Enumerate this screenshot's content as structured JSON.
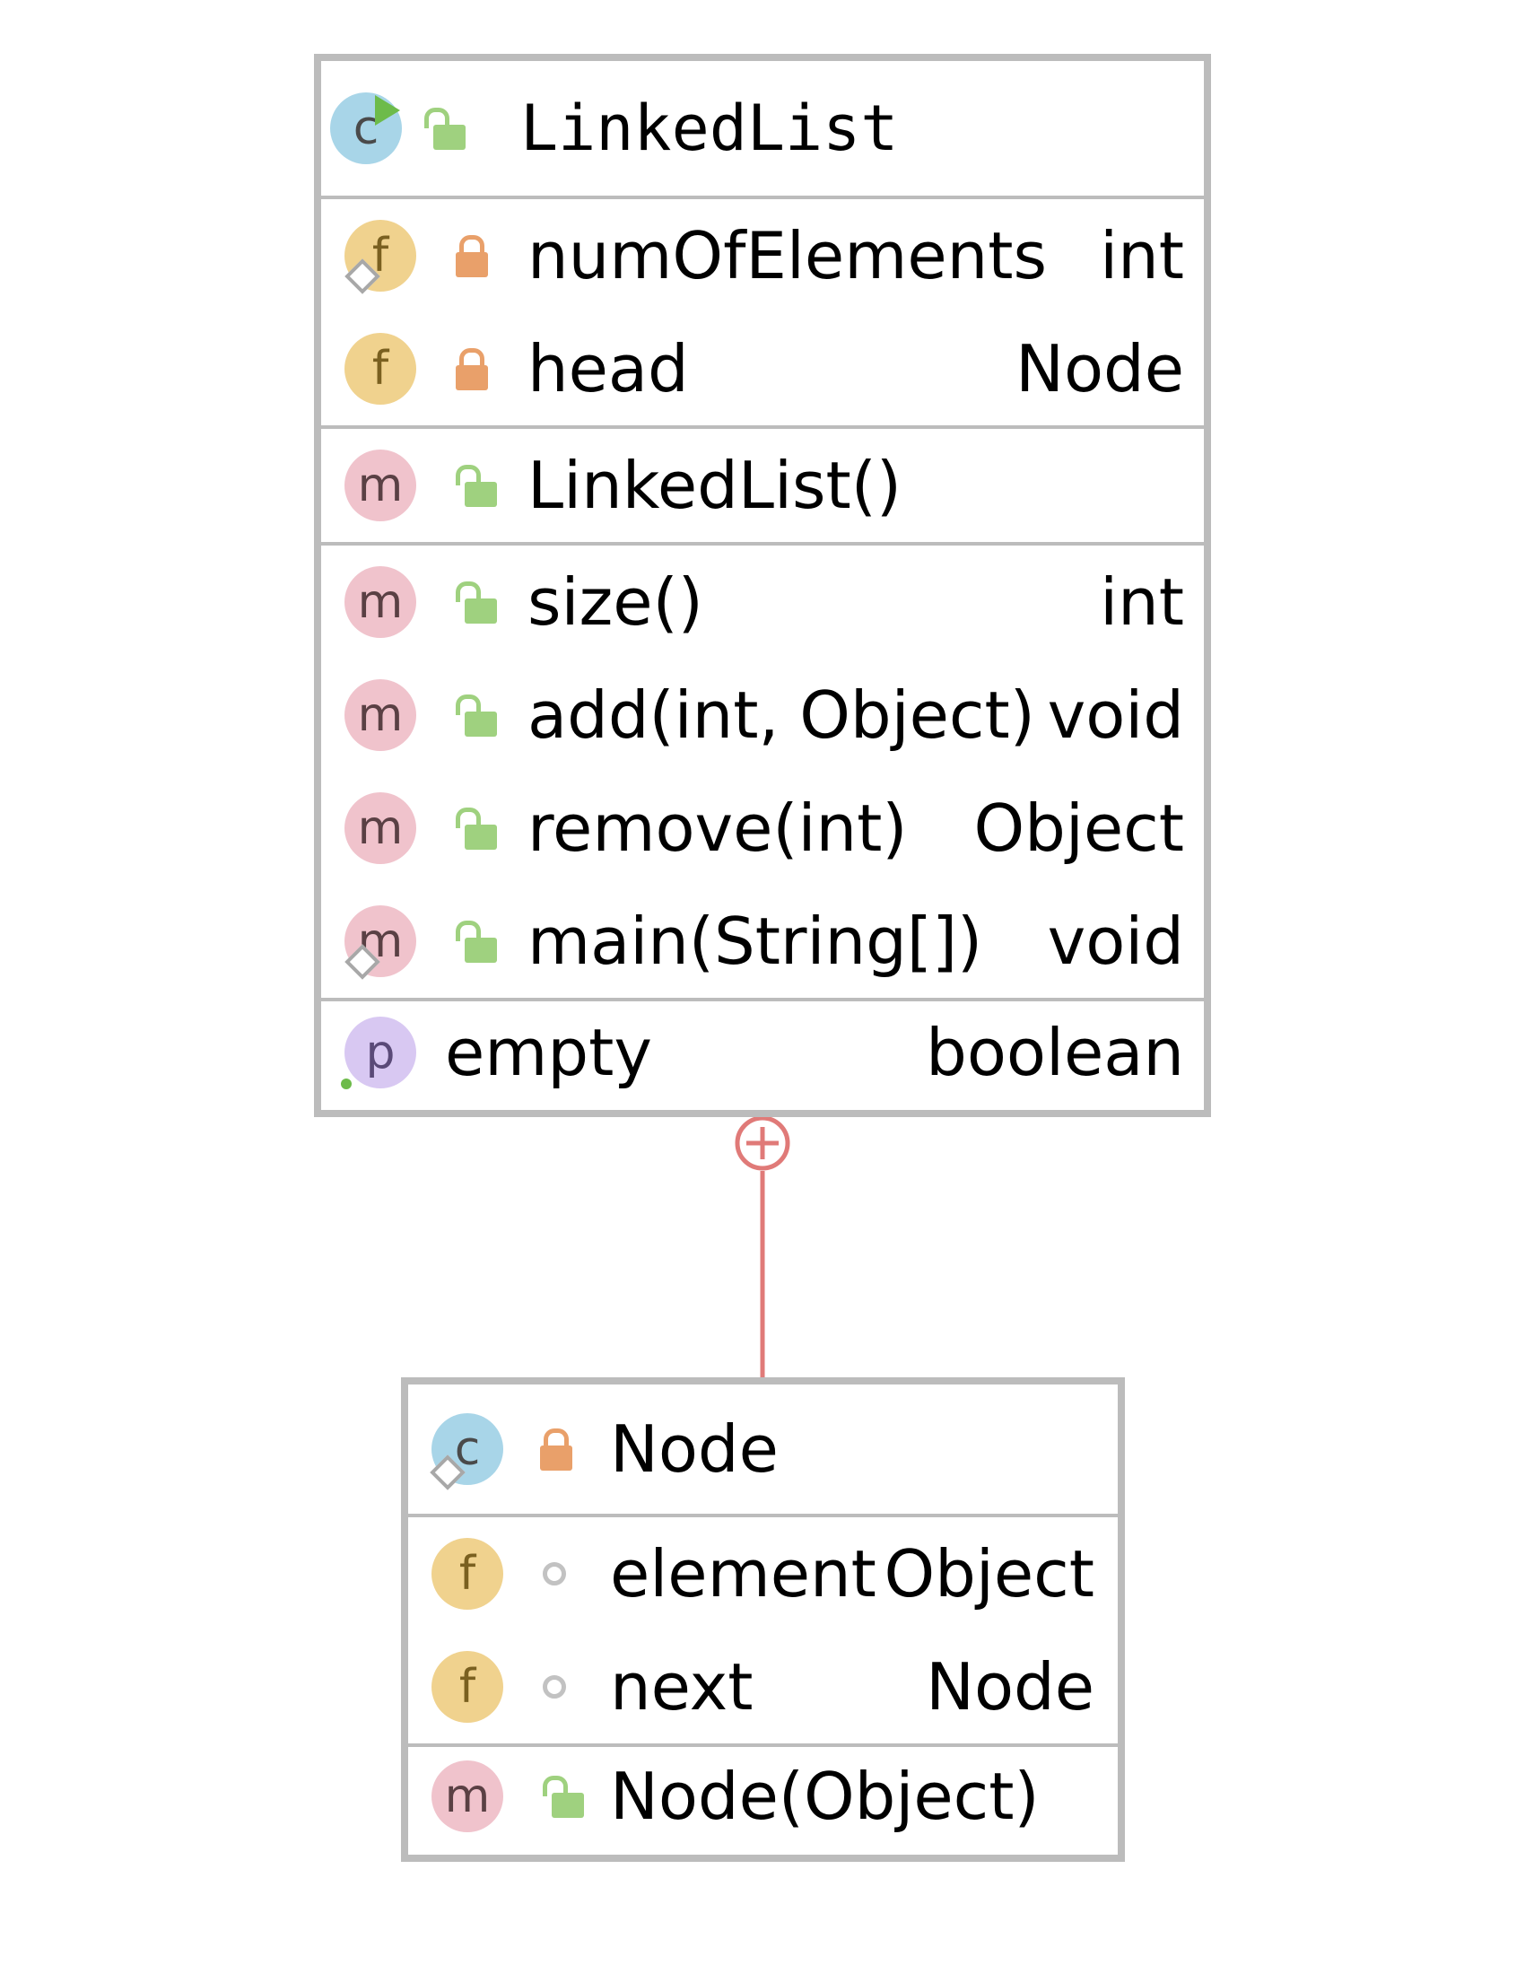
{
  "diagram": {
    "classes": [
      {
        "name": "LinkedList",
        "icon": "class-icon",
        "visibility": "public",
        "fields": [
          {
            "name": "numOfElements",
            "type": "int",
            "visibility": "private",
            "static": true
          },
          {
            "name": "head",
            "type": "Node",
            "visibility": "private",
            "static": false
          }
        ],
        "constructors": [
          {
            "name": "LinkedList()",
            "visibility": "public"
          }
        ],
        "methods": [
          {
            "name": "size()",
            "type": "int",
            "visibility": "public",
            "static": false
          },
          {
            "name": "add(int, Object)",
            "type": "void",
            "visibility": "public",
            "static": false
          },
          {
            "name": "remove(int)",
            "type": "Object",
            "visibility": "public",
            "static": false
          },
          {
            "name": "main(String[])",
            "type": "void",
            "visibility": "public",
            "static": true
          }
        ],
        "properties": [
          {
            "name": "empty",
            "type": "boolean"
          }
        ]
      },
      {
        "name": "Node",
        "icon": "class-icon",
        "visibility": "private",
        "static": true,
        "fields": [
          {
            "name": "element",
            "type": "Object",
            "visibility": "package-private"
          },
          {
            "name": "next",
            "type": "Node",
            "visibility": "package-private"
          }
        ],
        "constructors": [
          {
            "name": "Node(Object)",
            "visibility": "public"
          }
        ]
      }
    ],
    "relation": {
      "type": "inner-class",
      "from": "LinkedList",
      "to": "Node",
      "color": "#e07a78"
    },
    "icon_letters": {
      "class": "c",
      "field": "f",
      "method": "m",
      "property": "p"
    }
  }
}
